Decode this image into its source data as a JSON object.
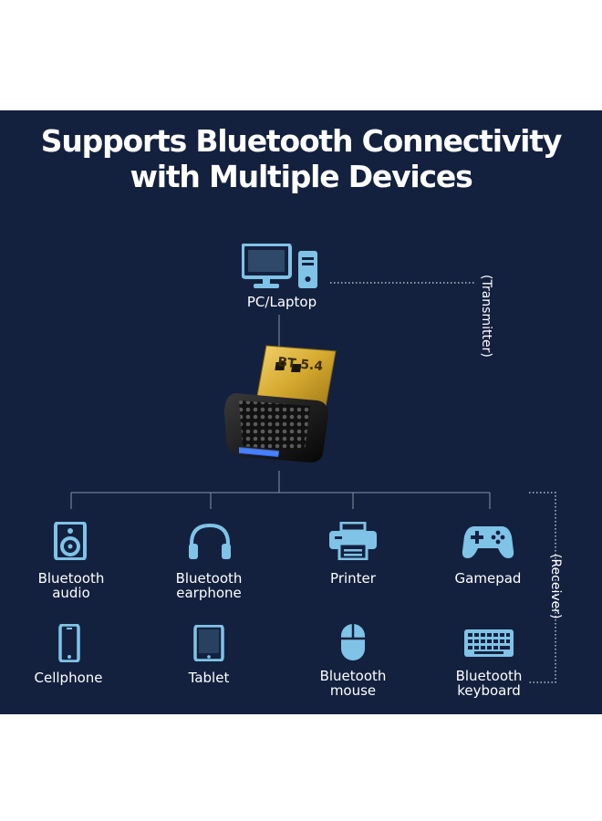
{
  "title": {
    "line1": "Supports Bluetooth Connectivity",
    "line2": "with Multiple Devices"
  },
  "transmitter": {
    "device_label": "PC/Laptop",
    "role_label": "(Transmitter)"
  },
  "adapter": {
    "label": "BT 5.4"
  },
  "receiver": {
    "role_label": "(Receiver)",
    "devices": [
      {
        "label": "Bluetooth\naudio",
        "icon": "speaker-icon"
      },
      {
        "label": "Bluetooth\nearphone",
        "icon": "headphones-icon"
      },
      {
        "label": "Printer",
        "icon": "printer-icon"
      },
      {
        "label": "Gamepad",
        "icon": "gamepad-icon"
      },
      {
        "label": "Cellphone",
        "icon": "phone-icon"
      },
      {
        "label": "Tablet",
        "icon": "tablet-icon"
      },
      {
        "label": "Bluetooth\nmouse",
        "icon": "mouse-icon"
      },
      {
        "label": "Bluetooth\nkeyboard",
        "icon": "keyboard-icon"
      }
    ]
  },
  "colors": {
    "background": "#13213f",
    "icon": "#7fc3e6",
    "gold": "#d4a92e",
    "led": "#2f6bff"
  }
}
